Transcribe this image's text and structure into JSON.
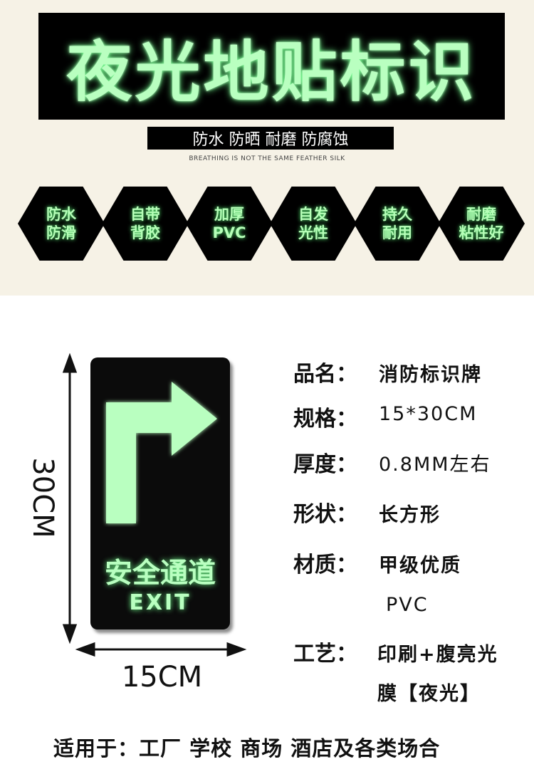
{
  "header": {
    "title": "夜光地贴标识",
    "subtitle": "防水 防晒 耐磨 防腐蚀",
    "tagline": "BREATHING IS NOT THE SAME FEATHER SILK"
  },
  "features": [
    {
      "label": "防水\n防滑"
    },
    {
      "label": "自带\n背胶"
    },
    {
      "label": "加厚\nPVC"
    },
    {
      "label": "自发\n光性"
    },
    {
      "label": "持久\n耐用"
    },
    {
      "label": "耐磨\n粘性好"
    }
  ],
  "sign": {
    "text": "安全通道",
    "exit": "EXIT",
    "width_label": "15CM",
    "height_label": "30CM",
    "glow_color": "#b9ffc0",
    "arrow_icon": "right-turn-arrow-icon"
  },
  "specs": [
    {
      "key": "品名：",
      "value": "消防标识牌"
    },
    {
      "key": "规格：",
      "value": "15*30CM"
    },
    {
      "key": "厚度：",
      "value": "0.8MM左右"
    },
    {
      "key": "形状：",
      "value": "长方形"
    },
    {
      "key": "材质：",
      "value": "甲级优质",
      "value2": "PVC"
    },
    {
      "key": "工艺：",
      "value": "印刷+腹亮光",
      "value2": "膜【夜光】"
    }
  ],
  "usage": "适用于：工厂 学校 商场 酒店及各类场合"
}
